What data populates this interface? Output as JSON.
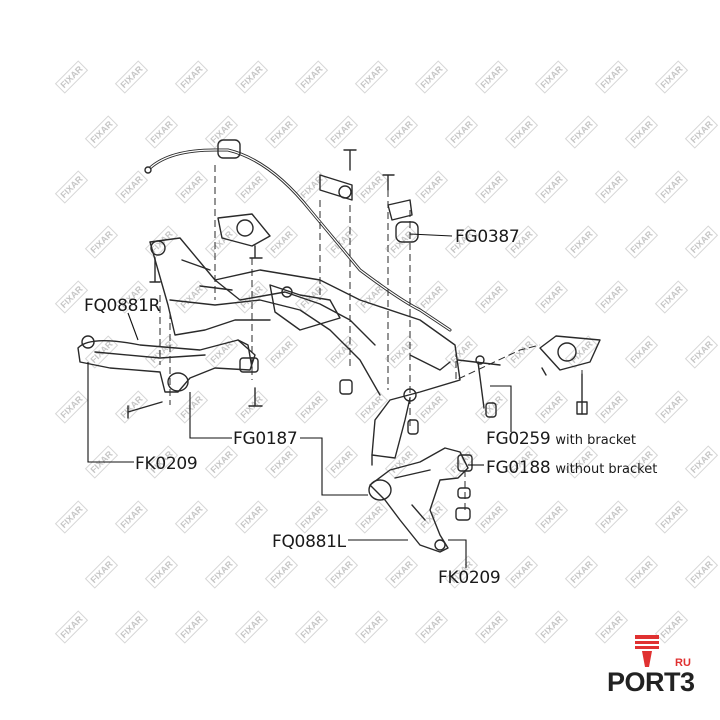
{
  "labels": {
    "fq0881r": "FQ0881R",
    "fg0387": "FG0387",
    "fg0187": "FG0187",
    "fk0209_left": "FK0209",
    "fg0259": "FG0259",
    "fg0259_note": "with bracket",
    "fg0188": "FG0188",
    "fg0188_note": "without bracket",
    "fq0881l": "FQ0881L",
    "fk0209_right": "FK0209"
  },
  "watermark": {
    "text": "FIXAR"
  },
  "brand": {
    "name": "PORT3",
    "suffix": "RU",
    "accent_color": "#e03131"
  },
  "colors": {
    "line": "#2a2a2a",
    "leader": "#111111",
    "watermark": "#bdbdbd"
  }
}
